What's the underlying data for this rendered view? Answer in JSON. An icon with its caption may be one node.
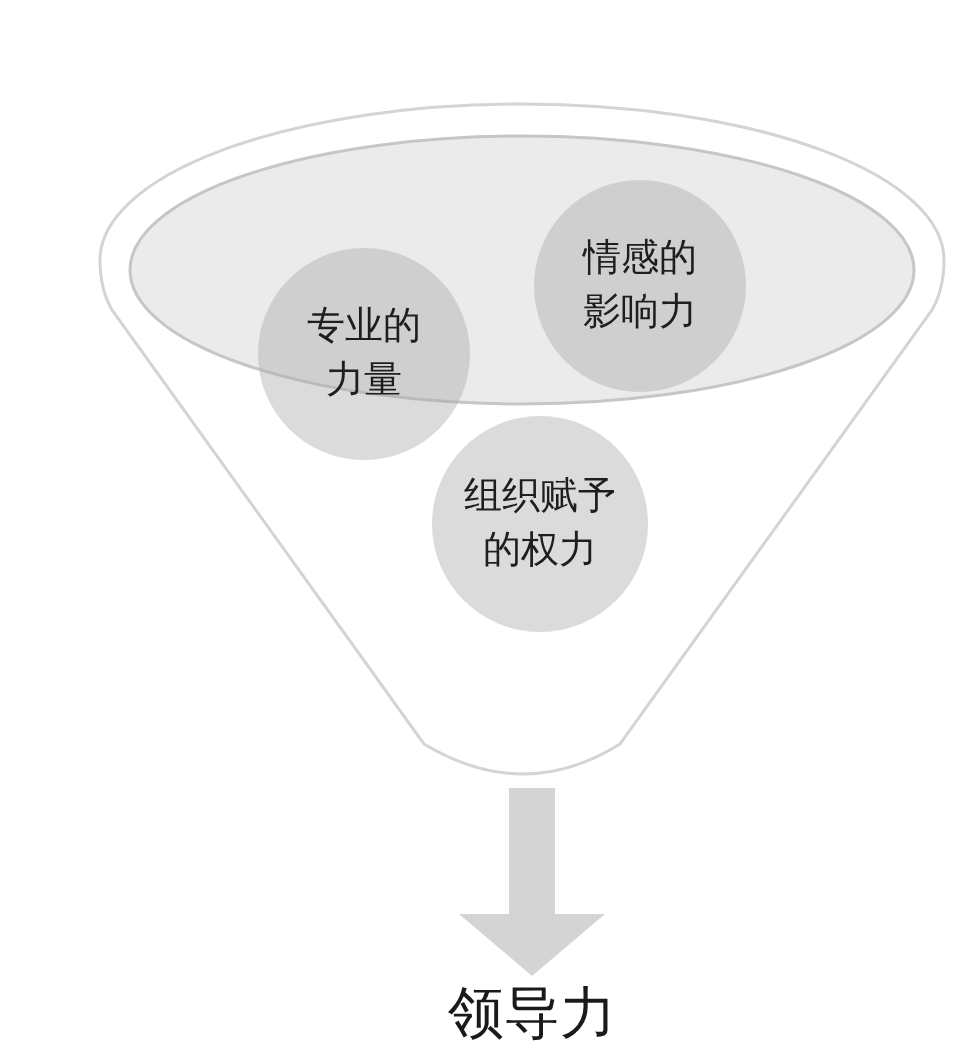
{
  "diagram": {
    "nodes": [
      {
        "text": [],
        "shape": "funnel"
      },
      {
        "text": [
          "专业的力量"
        ],
        "in": 0
      },
      {
        "text": [
          "情感的影响力"
        ],
        "in": 0
      },
      {
        "text": [
          "组织赋予的权力"
        ],
        "in": 0
      },
      {
        "text": [
          "领导力"
        ]
      }
    ],
    "edges": [
      {
        "from": 0,
        "to": 4,
        "arrow": "to"
      }
    ]
  }
}
